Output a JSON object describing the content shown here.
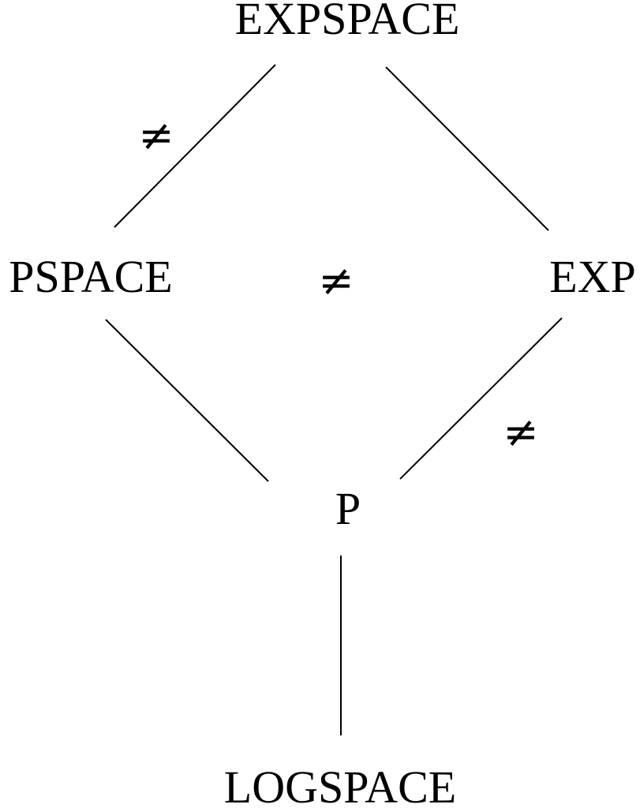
{
  "nodes": {
    "expspace": "EXPSPACE",
    "pspace": "PSPACE",
    "exp": "EXP",
    "p": "P",
    "logspace": "LOGSPACE"
  },
  "edges": [
    {
      "from": "pspace",
      "to": "expspace",
      "mark": "≠"
    },
    {
      "from": "exp",
      "to": "expspace",
      "mark": ""
    },
    {
      "from": "p",
      "to": "pspace",
      "mark": ""
    },
    {
      "from": "p",
      "to": "exp",
      "mark": "≠"
    },
    {
      "from": "logspace",
      "to": "p",
      "mark": ""
    }
  ],
  "separations": {
    "pspace_expspace": "≠",
    "pspace_exp": "≠",
    "p_exp": "≠"
  }
}
